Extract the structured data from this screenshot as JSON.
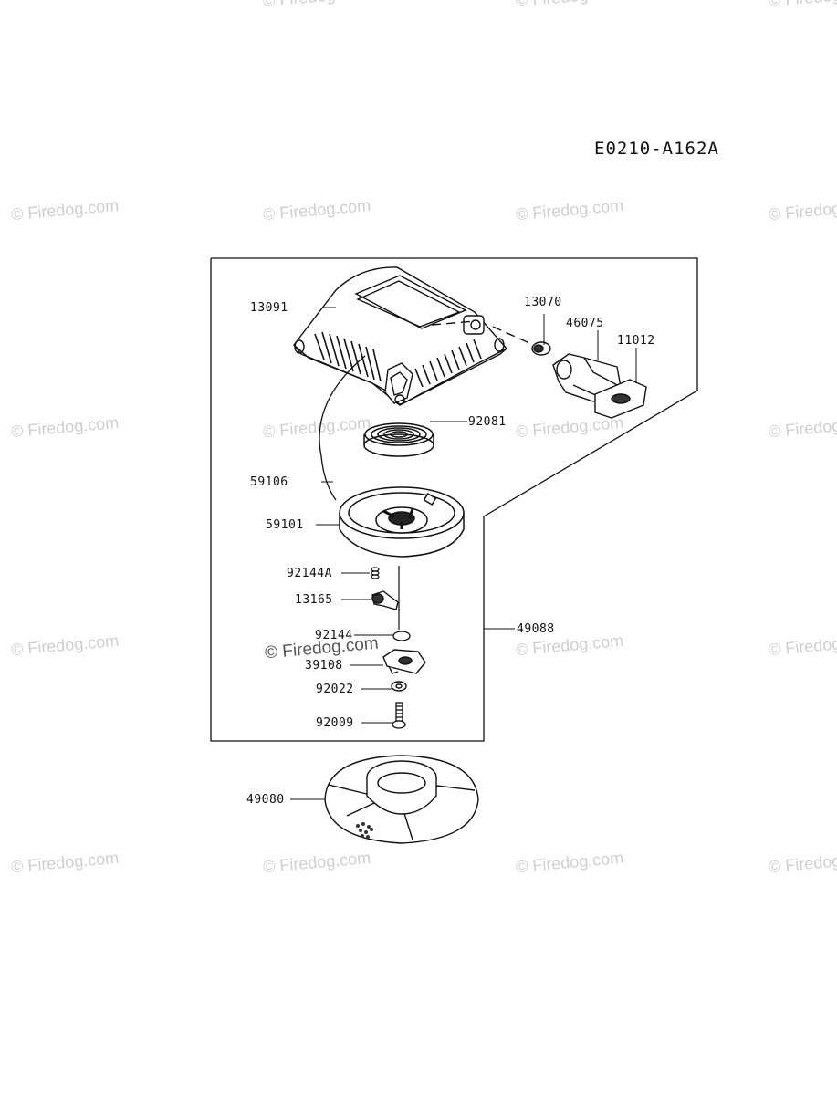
{
  "diagram_code": "E0210-A162A",
  "watermark": "© Firedog.com",
  "parts": {
    "p13091": "13091",
    "p13070": "13070",
    "p46075": "46075",
    "p11012": "11012",
    "p92081": "92081",
    "p59106": "59106",
    "p59101": "59101",
    "p92144A": "92144A",
    "p13165": "13165",
    "p92144": "92144",
    "p39108": "39108",
    "p92022": "92022",
    "p92009": "92009",
    "p49088": "49088",
    "p49080": "49080"
  }
}
